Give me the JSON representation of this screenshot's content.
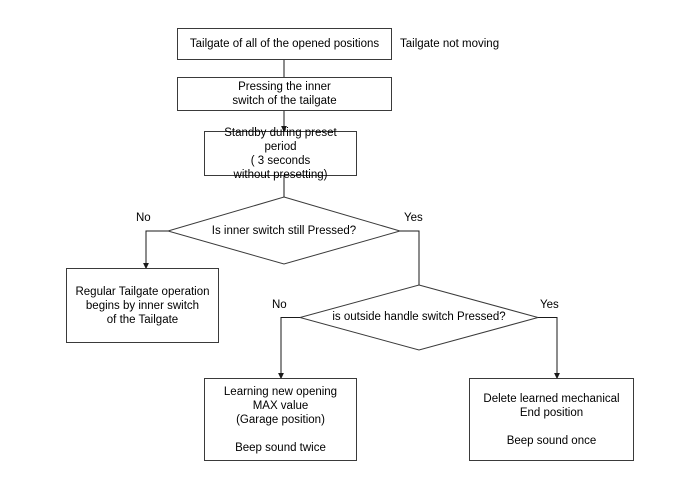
{
  "diagram": {
    "type": "flowchart",
    "title_note": "Tailgate inner switch preset learning flow",
    "line_color": "#3a3a3a",
    "text_color": "#000000",
    "background": "#ffffff",
    "nodes": [
      {
        "id": "start",
        "shape": "rectangle",
        "text": "Tailgate of all of the opened positions"
      },
      {
        "id": "press-inner-switch",
        "shape": "rectangle",
        "text": "Pressing the inner\nswitch of the tailgate"
      },
      {
        "id": "standby",
        "shape": "rectangle",
        "text": "Standby during preset period\n( 3 seconds\nwithout presetting)"
      },
      {
        "id": "decision-inner-switch",
        "shape": "diamond",
        "text": "Is inner switch still Pressed?"
      },
      {
        "id": "regular-operation",
        "shape": "rectangle",
        "text": "Regular Tailgate operation\nbegins by inner switch\nof the Tailgate"
      },
      {
        "id": "decision-outside-handle",
        "shape": "diamond",
        "text": "is outside handle switch Pressed?"
      },
      {
        "id": "learning-new-opening",
        "shape": "rectangle",
        "text": "Learning new opening\nMAX value\n(Garage position)\n\nBeep sound twice"
      },
      {
        "id": "delete-learned",
        "shape": "rectangle",
        "text": "Delete learned mechanical\nEnd position\n\nBeep sound once"
      }
    ],
    "annotations": [
      {
        "id": "tailgate-not-moving",
        "text": "Tailgate not moving"
      }
    ],
    "edge_labels": {
      "decision1_no": "No",
      "decision1_yes": "Yes",
      "decision2_no": "No",
      "decision2_yes": "Yes"
    }
  }
}
